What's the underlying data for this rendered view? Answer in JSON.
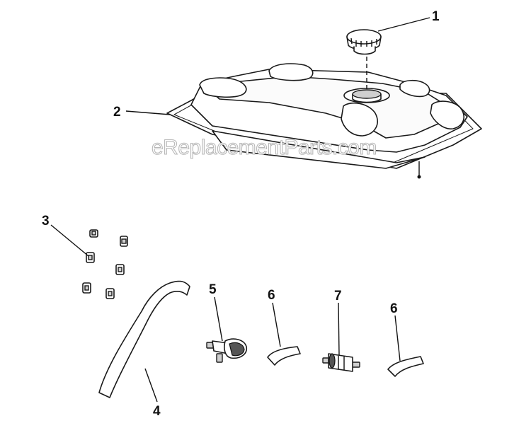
{
  "watermark": "eReplacementParts.com",
  "callouts": {
    "c1": "1",
    "c2": "2",
    "c3": "3",
    "c4": "4",
    "c5": "5",
    "c6a": "6",
    "c6b": "6",
    "c7": "7"
  }
}
